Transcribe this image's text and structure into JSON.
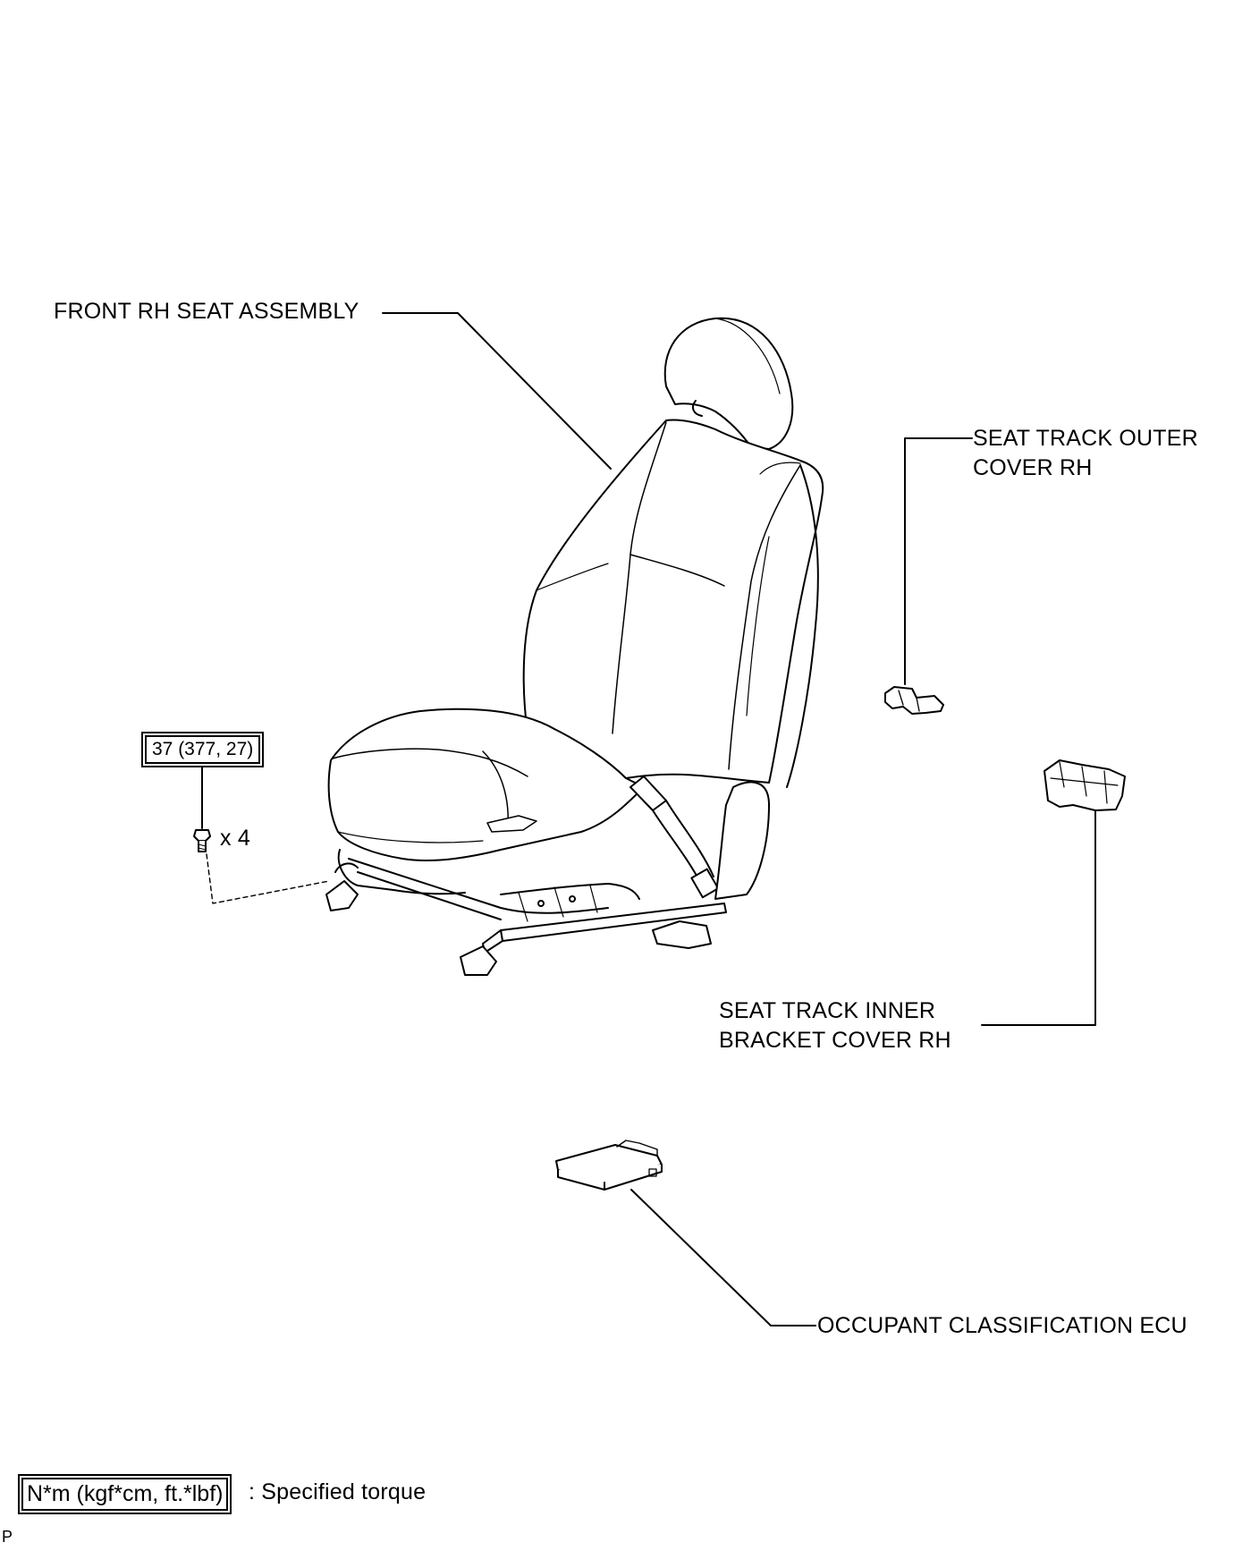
{
  "labels": {
    "front_rh_seat": "FRONT RH SEAT ASSEMBLY",
    "outer_cover_line1": "SEAT TRACK OUTER",
    "outer_cover_line2": "COVER RH",
    "inner_cover_line1": "SEAT TRACK INNER",
    "inner_cover_line2": "BRACKET COVER RH",
    "ecu": "OCCUPANT CLASSIFICATION ECU",
    "bolt_qty": "x 4"
  },
  "torque": {
    "value": "37 (377, 27)"
  },
  "legend": {
    "units": "N*m (kgf*cm, ft.*lbf)",
    "desc": ": Specified torque"
  },
  "corner_code": "P"
}
